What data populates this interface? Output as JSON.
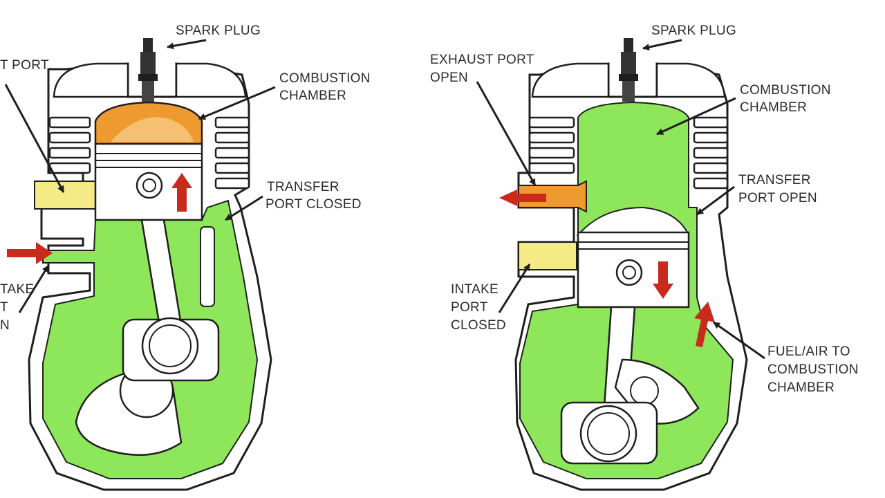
{
  "left_engine": {
    "spark_plug": "SPARK PLUG",
    "exhaust_port_partial": "T PORT",
    "combustion_chamber": [
      "COMBUSTION",
      "CHAMBER"
    ],
    "transfer_port": [
      "TRANSFER",
      "PORT CLOSED"
    ],
    "intake_port_partial": [
      "TAKE",
      "T",
      "N"
    ]
  },
  "right_engine": {
    "spark_plug": "SPARK PLUG",
    "exhaust_port": [
      "EXHAUST PORT",
      "OPEN"
    ],
    "combustion_chamber": [
      "COMBUSTION",
      "CHAMBER"
    ],
    "transfer_port": [
      "TRANSFER",
      "PORT OPEN"
    ],
    "intake_port": [
      "INTAKE",
      "PORT",
      "CLOSED"
    ],
    "fuel_air": [
      "FUEL/AIR TO",
      "COMBUSTION",
      "CHAMBER"
    ]
  },
  "colors": {
    "fuel_mixture": "#8ee65a",
    "burning_charge": "#ee9a2e",
    "intake_fill": "#f4ea86",
    "flow_arrow": "#c92a1c",
    "outline": "#1e1e1e"
  }
}
